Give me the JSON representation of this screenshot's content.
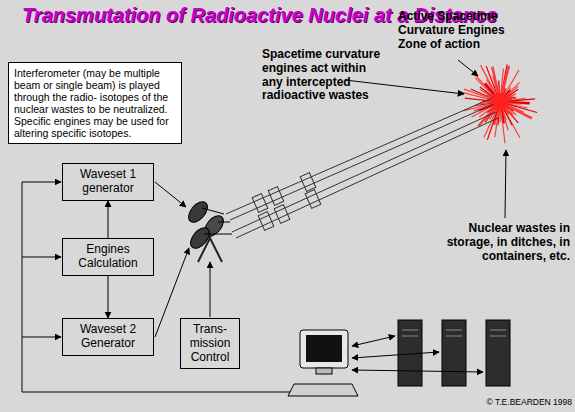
{
  "diagram": {
    "title": "Transmutation of Radioactive Nuclei at a Distance",
    "nodes": [
      {
        "text": [
          "Interferometer (may be multiple beam or single beam) is played through the radio- isotopes of the nuclear wastes to be neutralized. Specific engines may be used for altering specific isotopes."
        ]
      },
      {
        "text": [
          "Waveset 1 generator"
        ]
      },
      {
        "text": [
          "Engines Calculation"
        ]
      },
      {
        "text": [
          "Waveset 2 Generator"
        ]
      },
      {
        "text": [
          "Trans- mission Control"
        ]
      }
    ],
    "edges": [
      {
        "from": 2,
        "to": 1,
        "arrow": "to"
      },
      {
        "from": 2,
        "to": 3,
        "arrow": "to"
      }
    ],
    "labels": [
      "Spacetime curvature engines act within any intercepted radioactive wastes",
      "Active Spacetime Curvature Engines Zone of action",
      "Nuclear wastes in storage, in ditches, in containers, etc.",
      "© T.E.BEARDEN 1998"
    ]
  }
}
